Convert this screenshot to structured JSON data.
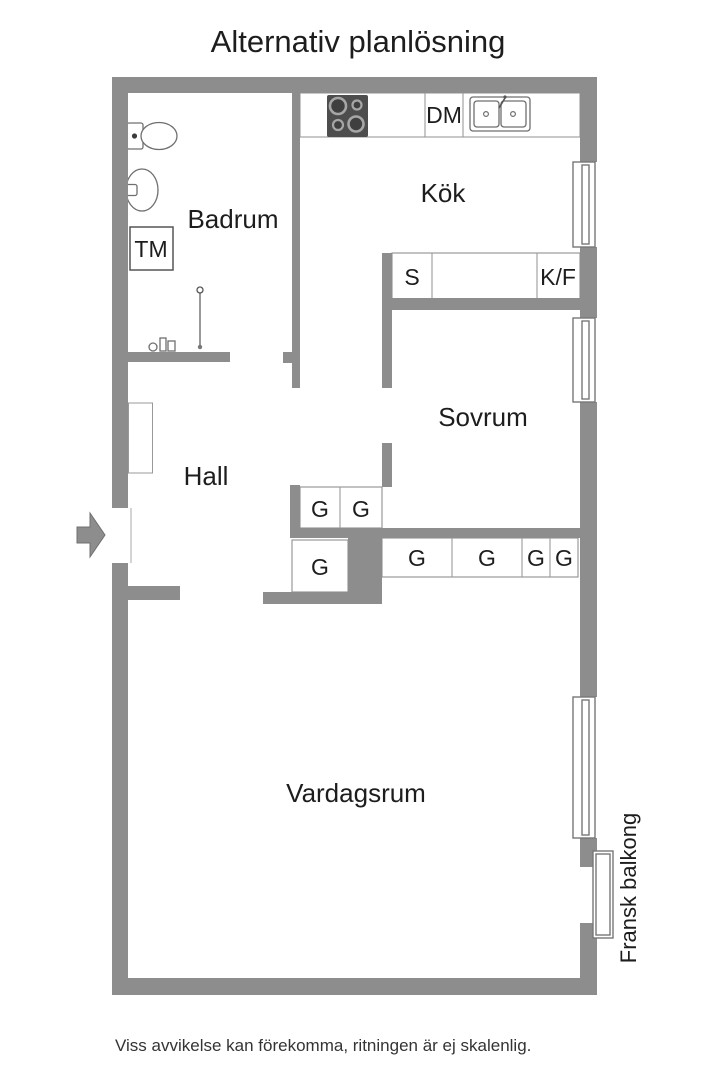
{
  "title": "Alternativ planlösning",
  "rooms": {
    "badrum": "Badrum",
    "kok": "Kök",
    "sovrum": "Sovrum",
    "hall": "Hall",
    "vardagsrum": "Vardagsrum"
  },
  "appliances": {
    "tm": "TM",
    "dm": "DM",
    "s": "S",
    "kf": "K/F"
  },
  "wardrobes": [
    "G",
    "G",
    "G",
    "G",
    "G",
    "G",
    "G"
  ],
  "balcony": "Fransk balkong",
  "disclaimer": "Viss avvikelse kan förekomma, ritningen är ej skalenlig.",
  "colors": {
    "wall": "#8d8d8d",
    "fixture_outline": "#6f6f6f",
    "text": "#1d1d1d",
    "background": "#ffffff"
  }
}
